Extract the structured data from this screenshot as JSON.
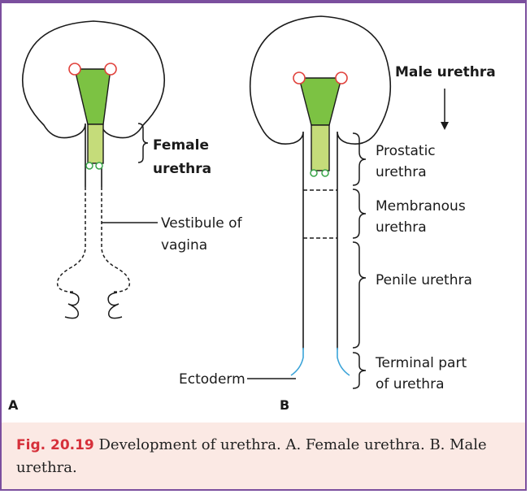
{
  "panels": {
    "a": {
      "letter": "A",
      "bracket_label_line1": "Female",
      "bracket_label_line2": "urethra",
      "pointer_label_line1": "Vestibule of",
      "pointer_label_line2": "vagina"
    },
    "b": {
      "letter": "B",
      "title": "Male urethra",
      "segments": [
        {
          "line1": "Prostatic",
          "line2": "urethra"
        },
        {
          "line1": "Membranous",
          "line2": "urethra"
        },
        {
          "line1": "Penile urethra",
          "line2": ""
        },
        {
          "line1": "Terminal part",
          "line2": "of urethra"
        }
      ],
      "ectoderm_label": "Ectoderm"
    }
  },
  "caption": {
    "number": "Fig. 20.19",
    "text": " Development of urethra. A. Female urethra. B. Male urethra."
  },
  "colors": {
    "frame": "#7b4f9e",
    "caption_background": "#fbe9e4",
    "figure_number": "#d6303a",
    "bladder_green": "#7cc243",
    "urethra_light_green": "#c5dc7a",
    "ureter_circle": "#e0403a",
    "duct_circle": "#3aa64a",
    "ectoderm_blue": "#3aa3d8"
  }
}
